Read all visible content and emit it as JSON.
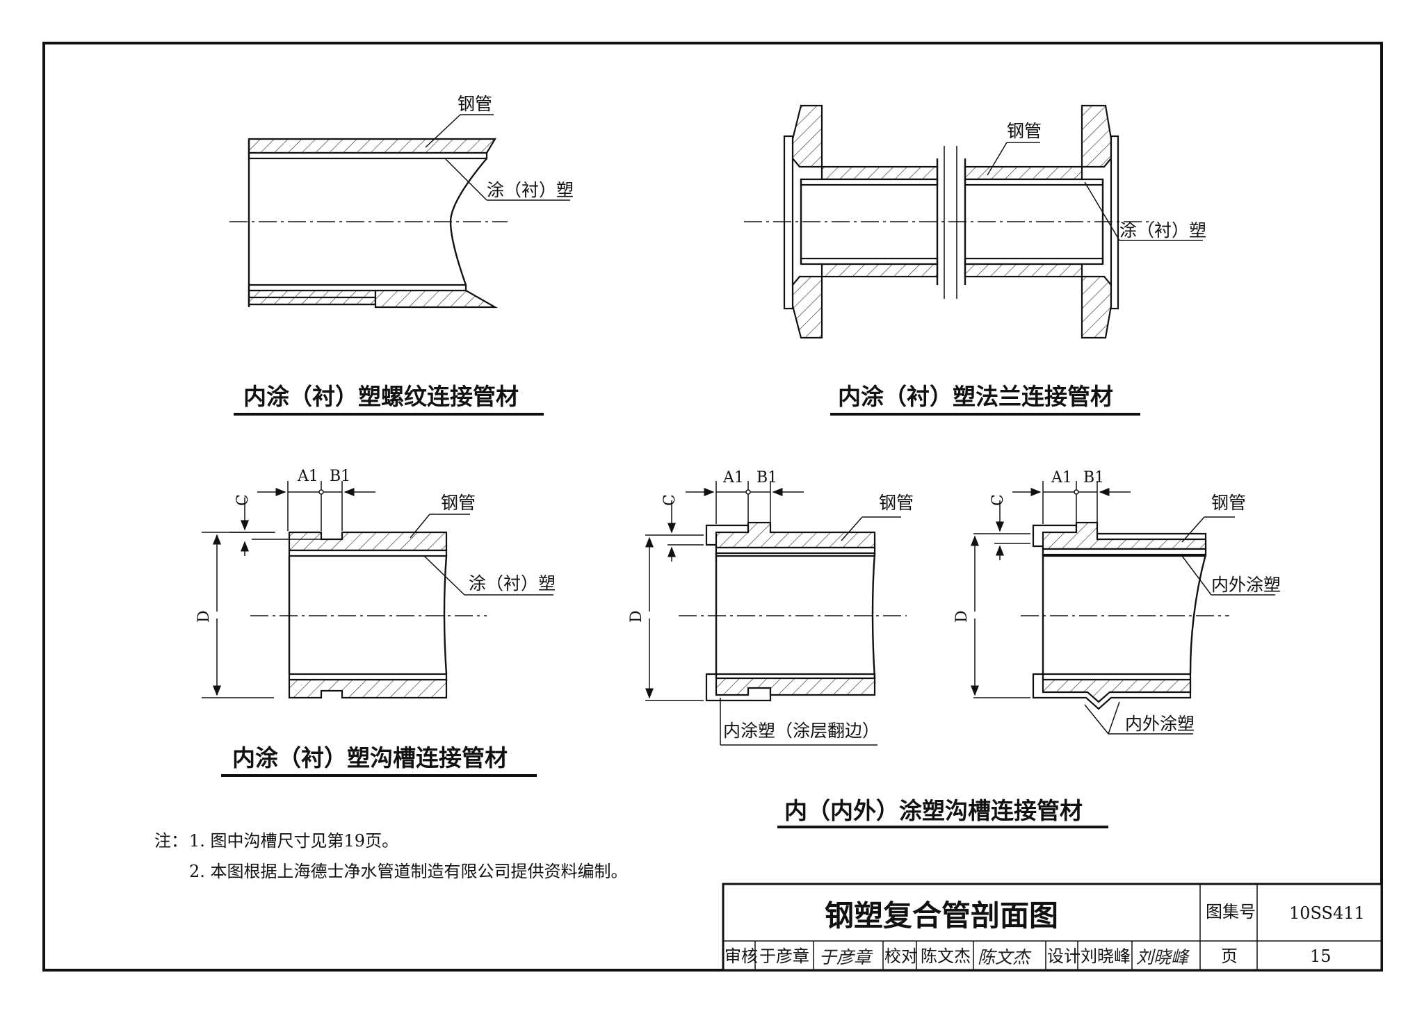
{
  "diagrams": {
    "threaded": {
      "label_steel": "钢管",
      "label_coat": "涂（衬）塑",
      "caption": "内涂（衬）塑螺纹连接管材"
    },
    "flanged": {
      "label_steel": "钢管",
      "label_coat": "涂（衬）塑",
      "caption": "内涂（衬）塑法兰连接管材"
    },
    "grooved": {
      "label_steel": "钢管",
      "label_coat": "涂（衬）塑",
      "caption": "内涂（衬）塑沟槽连接管材"
    },
    "grooved_inner": {
      "label_steel": "钢管",
      "label_flip": "内涂塑（涂层翻边）"
    },
    "grooved_inout": {
      "label_steel": "钢管",
      "label_coat": "内外涂塑",
      "label_coat2": "内外涂塑"
    },
    "grooved_pair_caption": "内（内外）涂塑沟槽连接管材"
  },
  "dimensions": {
    "a1": "A1",
    "b1": "B1",
    "c": "C",
    "d": "D"
  },
  "notes": {
    "prefix": "注：",
    "items": [
      "1.  图中沟槽尺寸见第19页。",
      "2.  本图根据上海德士净水管道制造有限公司提供资料编制。"
    ]
  },
  "title_block": {
    "title": "钢塑复合管剖面图",
    "atlas_label": "图集号",
    "atlas_no": "10SS411",
    "page_label": "页",
    "page_no": "15",
    "review_label": "审核",
    "reviewer": "于彦章",
    "check_label": "校对",
    "checker": "陈文杰",
    "design_label": "设计",
    "designer": "刘晓峰"
  }
}
